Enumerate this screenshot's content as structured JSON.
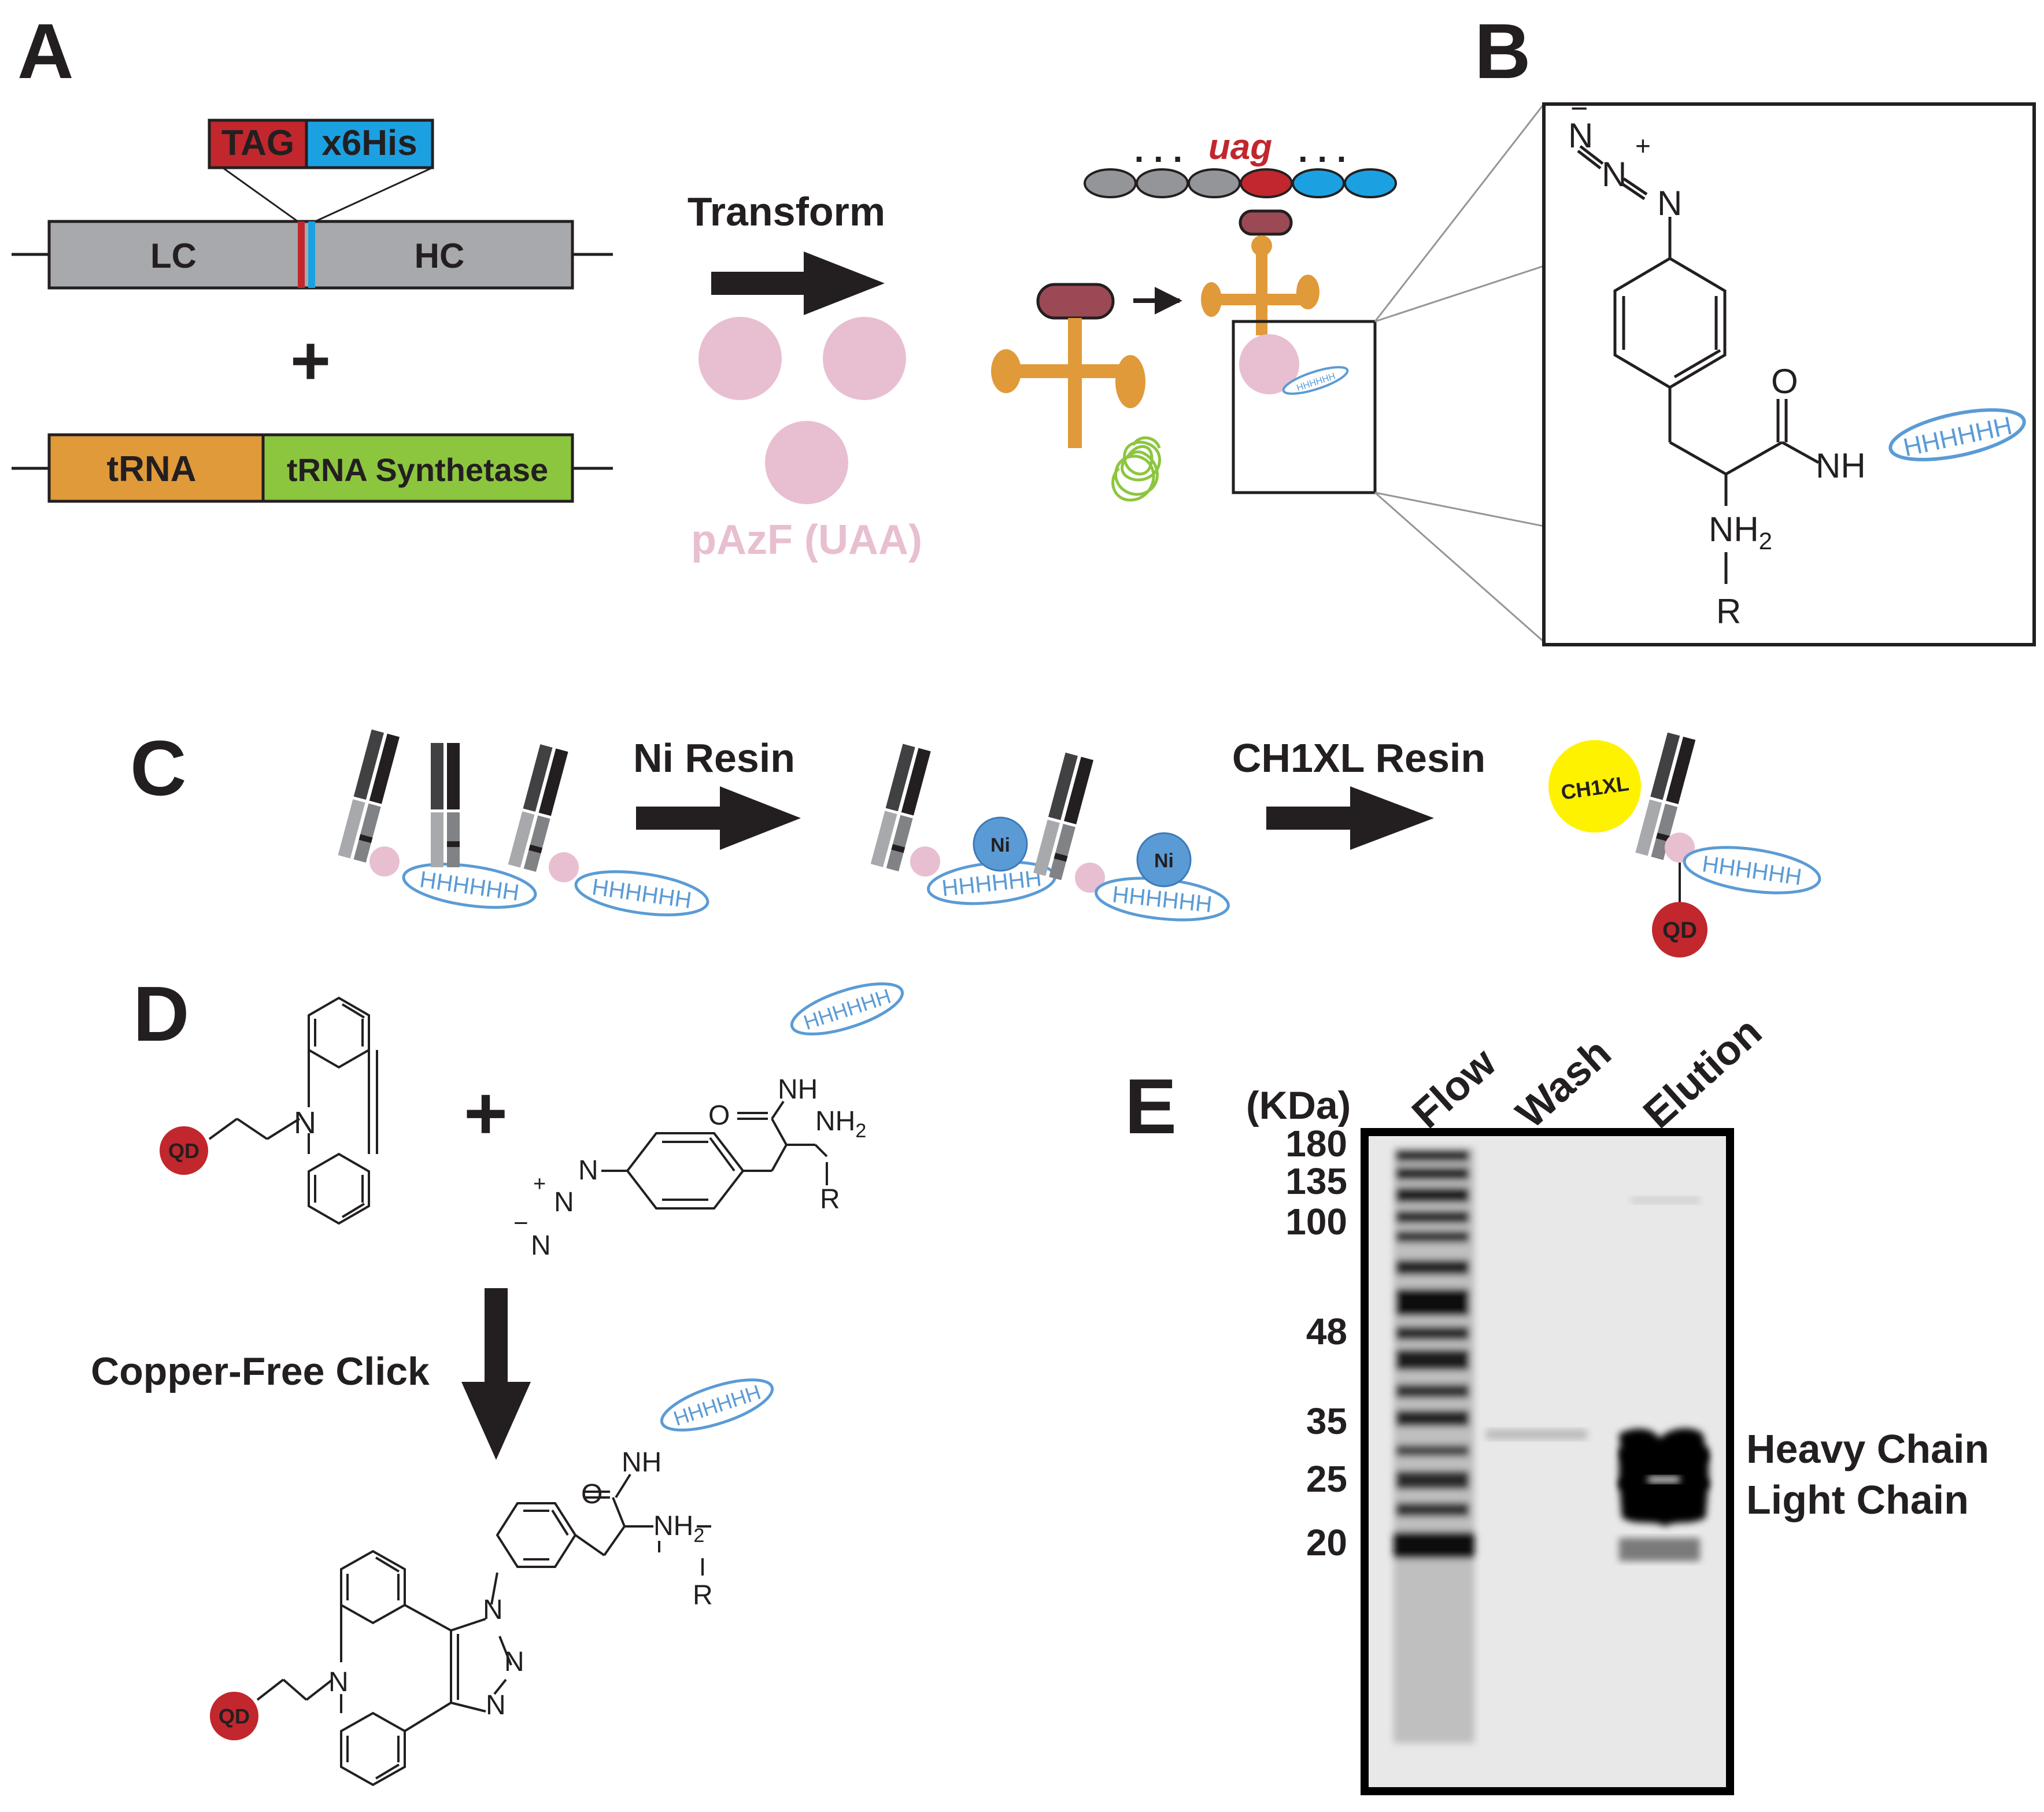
{
  "panel_labels": {
    "a": "A",
    "b": "B",
    "c": "C",
    "d": "D",
    "e": "E"
  },
  "panel_a": {
    "tag_label": "TAG",
    "his_label": "x6His",
    "lc_label": "LC",
    "hc_label": "HC",
    "plus": "+",
    "trna_label": "tRNA",
    "synthetase_label": "tRNA Synthetase",
    "transform_label": "Transform",
    "uaa_label": "pAzF (UAA)",
    "codon_prefix": ". . .",
    "codon": "uag",
    "codon_suffix": ". . .",
    "his_tag_text": "HHHHHH"
  },
  "panel_b": {
    "n1": "N",
    "n2": "N",
    "n3": "N",
    "minus": "−",
    "plus": "+",
    "oxygen": "O",
    "nh": "NH",
    "nh2": "NH",
    "nh2_sub": "2",
    "r": "R",
    "his_tag_text": "HHHHHH"
  },
  "panel_c": {
    "ni_resin_label": "Ni Resin",
    "ch1xl_resin_label": "CH1XL Resin",
    "ni_bead_text": "Ni",
    "ch1xl_bead_text": "CH1XL",
    "qd_text": "QD",
    "his_tag_text": "HHHHHH"
  },
  "panel_d": {
    "plus": "+",
    "click_label": "Copper-Free Click",
    "qd_text": "QD",
    "n": "N",
    "o": "O",
    "nh": "NH",
    "nh2": "NH",
    "nh2_sub": "2",
    "r": "R",
    "azide_n": "N",
    "azide_plus": "+",
    "azide_minus": "−",
    "his_tag_text": "HHHHHH"
  },
  "panel_e": {
    "kda_label": "(KDa)",
    "lane_labels": [
      "Flow",
      "Wash",
      "Elution"
    ],
    "markers": [
      "180",
      "135",
      "100",
      "48",
      "35",
      "25",
      "20"
    ],
    "heavy_chain_label": "Heavy Chain",
    "light_chain_label": "Light Chain"
  },
  "colors": {
    "tag_red": "#c1272d",
    "his_blue": "#1ba1e2",
    "gene_gray": "#a7a9ac",
    "trna_orange": "#e09a3a",
    "synthetase_green": "#8cc63f",
    "uaa_pink": "#e8bfd0",
    "his_oval_blue": "#5b9bd5",
    "ni_blue": "#5b9bd5",
    "ch1xl_yellow": "#fff200",
    "qd_red": "#c1272d",
    "ribosome_brown": "#9b4a55"
  }
}
